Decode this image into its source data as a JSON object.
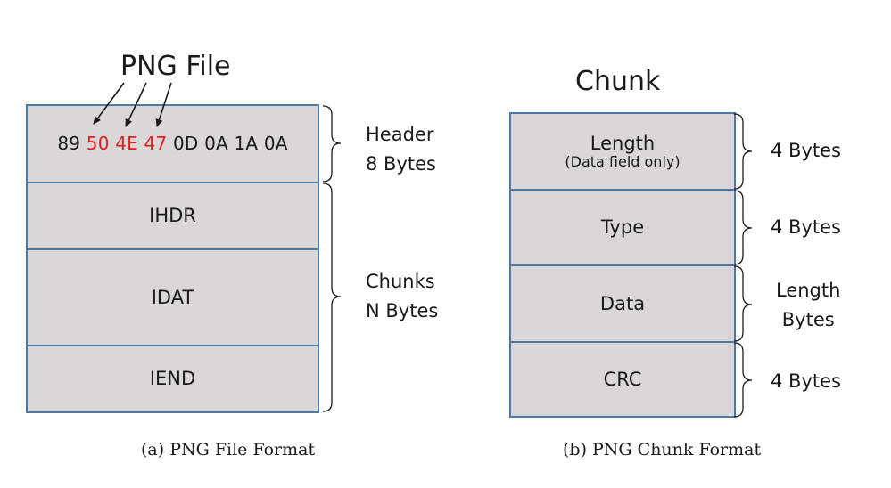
{
  "left": {
    "title": "PNG File",
    "header_bytes": [
      {
        "text": "89",
        "highlight": false
      },
      {
        "text": "50",
        "highlight": true
      },
      {
        "text": "4E",
        "highlight": true
      },
      {
        "text": "47",
        "highlight": true
      },
      {
        "text": "0D",
        "highlight": false
      },
      {
        "text": "0A",
        "highlight": false
      },
      {
        "text": "1A",
        "highlight": false
      },
      {
        "text": "0A",
        "highlight": false
      }
    ],
    "rows": [
      "IHDR",
      "IDAT",
      "IEND"
    ],
    "brace_labels": {
      "header_line1": "Header",
      "header_line2": "8 Bytes",
      "chunks_line1": "Chunks",
      "chunks_line2": "N Bytes"
    },
    "caption": "(a)  PNG File Format"
  },
  "right": {
    "title": "Chunk",
    "length_label": "Length",
    "length_sub": "(Data field only)",
    "type_label": "Type",
    "data_label": "Data",
    "crc_label": "CRC",
    "size_length": "4 Bytes",
    "size_type": "4 Bytes",
    "size_data_line1": "Length",
    "size_data_line2": "Bytes",
    "size_crc": "4 Bytes",
    "caption": "(b)  PNG Chunk Format"
  },
  "colors": {
    "box_fill": "#d9d7d8",
    "box_border": "#4d79a8",
    "highlight": "#e51e1e"
  }
}
